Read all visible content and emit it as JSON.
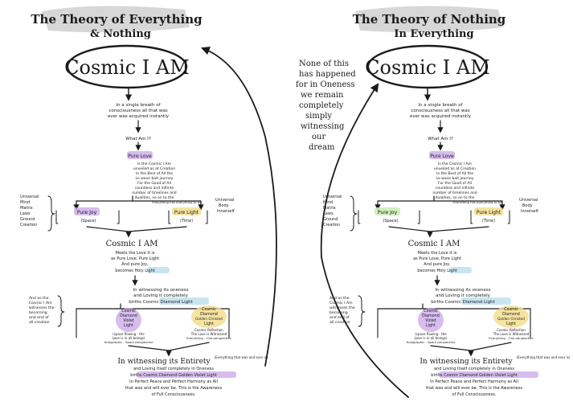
{
  "colors": {
    "ink": "#1b1b1b",
    "title_highlight": "#c9c9c9",
    "purple_highlight": "#c9a6e8",
    "yellow_highlight": "#f1dc8a",
    "blue_highlight": "#bfe0f0",
    "green_highlight": "#c9ecb3"
  },
  "left": {
    "title_line1": "The Theory of Everything",
    "title_line2": "& Nothing",
    "cosmic": "Cosmic I AM",
    "step1": [
      "In a single breath of",
      "consciousness all that was",
      "ever was acquired instantly"
    ],
    "what_am_i": "What Am I?",
    "pure_love": "Pure Love",
    "love_text": [
      "Is the Cosmic I Am",
      "unveiled as at Creation",
      "In the Best of All the",
      "Lo wave bait journey",
      "For the Good of All",
      "countless and infinite",
      "number of timelines and",
      "dualities, so on to the",
      "Everything has everything to be"
    ],
    "universal_mind": [
      "Universal",
      "Mind",
      "Matrix",
      "Laws",
      "Ground",
      "Creation"
    ],
    "pure_joy": "Pure Joy",
    "pure_joy_sub": "(Space)",
    "pure_light": "Pure Light",
    "pure_light_sub": "(Time)",
    "universal_body": [
      "Universal",
      "Body",
      "Innerself"
    ],
    "cosmic2": "Cosmic I AM",
    "merge_text": [
      "Meets the Love it is",
      "as Pure Love, Pure Light",
      "And pure Joy,",
      "becomes Holy Light"
    ],
    "witness_text": [
      "In witnessing its oneness",
      "and Loving it completely",
      "births Cosmic Diamond Light"
    ],
    "and_as": [
      "And as the",
      "Cosmic I Am",
      "witnesses the",
      "becoming",
      "and end of",
      "all creation"
    ],
    "violet_flame": [
      "Cosmic",
      "Diamond",
      "Violet",
      "Light"
    ],
    "gold_flame": [
      "Cosmic",
      "Diamond",
      "Golden Christed",
      "Light"
    ],
    "violet_sub": [
      "(space flowing - the",
      "Love is in all beings)",
      "Holographic - Spark perspective"
    ],
    "gold_sub": [
      "Cosmic Reflection",
      "The Love is Witnessed",
      "Everything - One perspective"
    ],
    "entirety": "In witnessing its Entirety",
    "entirety_note": "(Everything that was and ever is)",
    "final_text": [
      "and Loving Itself completely in Oneness",
      "births Cosmic Diamond Golden Violet Light",
      "In Perfect Peace and Perfect Harmony as All",
      "that was and will ever be. This is the Awareness",
      "of Full Consciousness."
    ]
  },
  "right": {
    "title_line1": "The Theory of Nothing",
    "title_line2": "In Everything",
    "cosmic": "Cosmic I AM",
    "side_note": [
      "None of this",
      "has happened",
      "for in Oneness",
      "we remain",
      "completely",
      "simply",
      "witnessing",
      "our",
      "dream"
    ]
  }
}
